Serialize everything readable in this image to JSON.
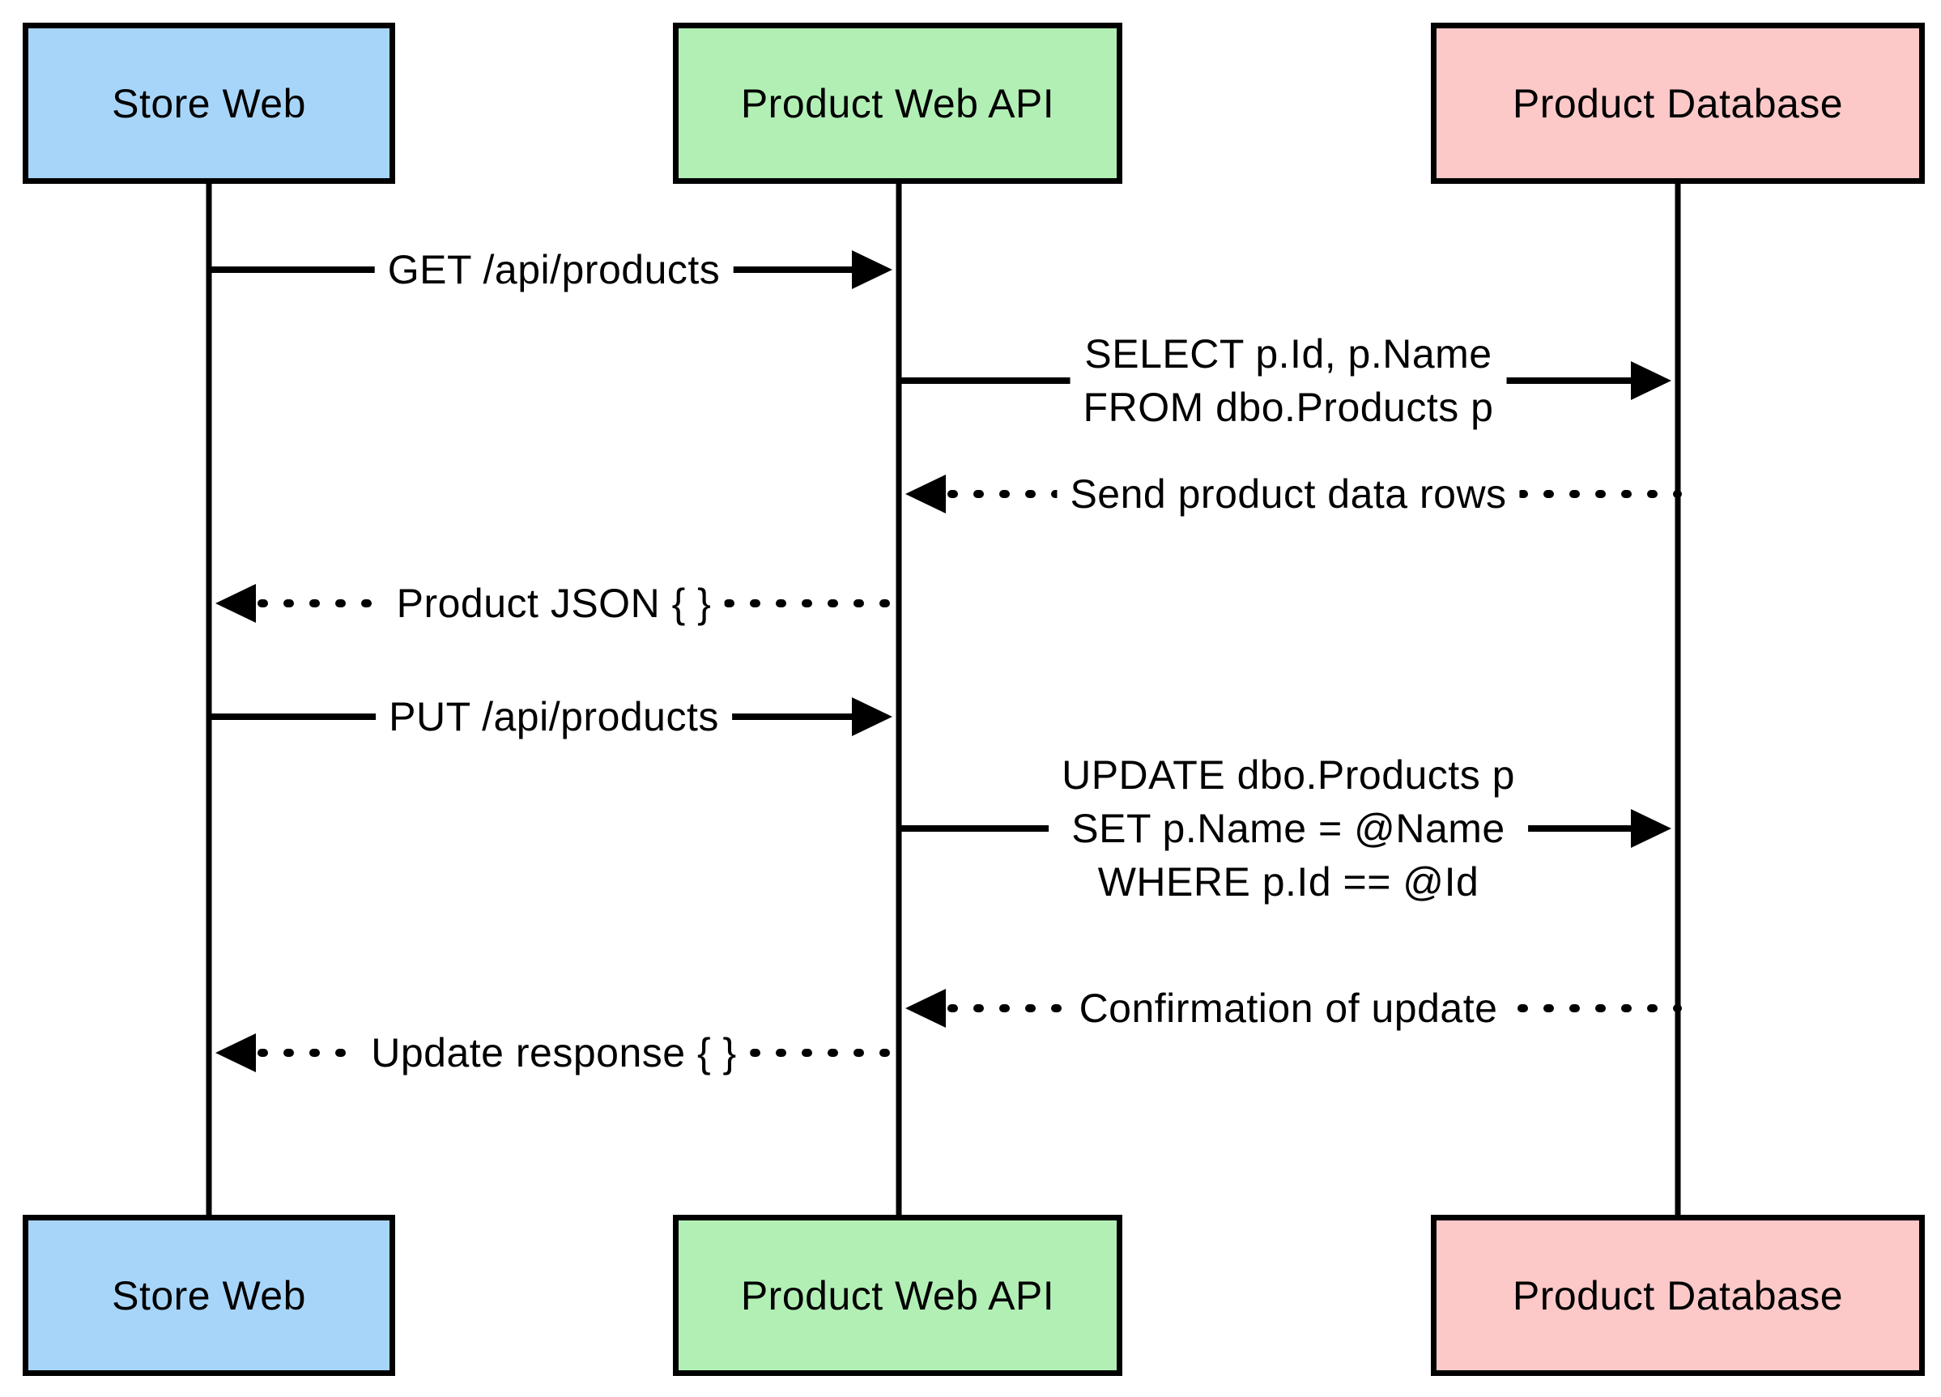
{
  "diagram": {
    "kind": "sequence-diagram",
    "participants": [
      {
        "name": "Store Web",
        "fill": "#a7d5f9"
      },
      {
        "name": "Product Web API",
        "fill": "#b2efb5"
      },
      {
        "name": "Product Database",
        "fill": "#fcc8c8"
      }
    ],
    "messages": [
      {
        "from": "Store Web",
        "to": "Product Web API",
        "line": "solid",
        "label": "GET /api/products"
      },
      {
        "from": "Product Web API",
        "to": "Product Database",
        "line": "solid",
        "label": "SELECT p.Id, p.Name\nFROM dbo.Products p"
      },
      {
        "from": "Product Database",
        "to": "Product Web API",
        "line": "dotted",
        "label": "Send product data rows"
      },
      {
        "from": "Product Web API",
        "to": "Store Web",
        "line": "dotted",
        "label": "Product JSON { }"
      },
      {
        "from": "Store Web",
        "to": "Product Web API",
        "line": "solid",
        "label": "PUT /api/products"
      },
      {
        "from": "Product Web API",
        "to": "Product Database",
        "line": "solid",
        "label": "UPDATE dbo.Products p\nSET p.Name = @Name\nWHERE p.Id == @Id"
      },
      {
        "from": "Product Database",
        "to": "Product Web API",
        "line": "dotted",
        "label": "Confirmation of update"
      },
      {
        "from": "Product Web API",
        "to": "Store Web",
        "line": "dotted",
        "label": "Update response { }"
      }
    ],
    "colors": {
      "stroke": "#000000",
      "text": "#000000",
      "background": "#ffffff"
    }
  }
}
